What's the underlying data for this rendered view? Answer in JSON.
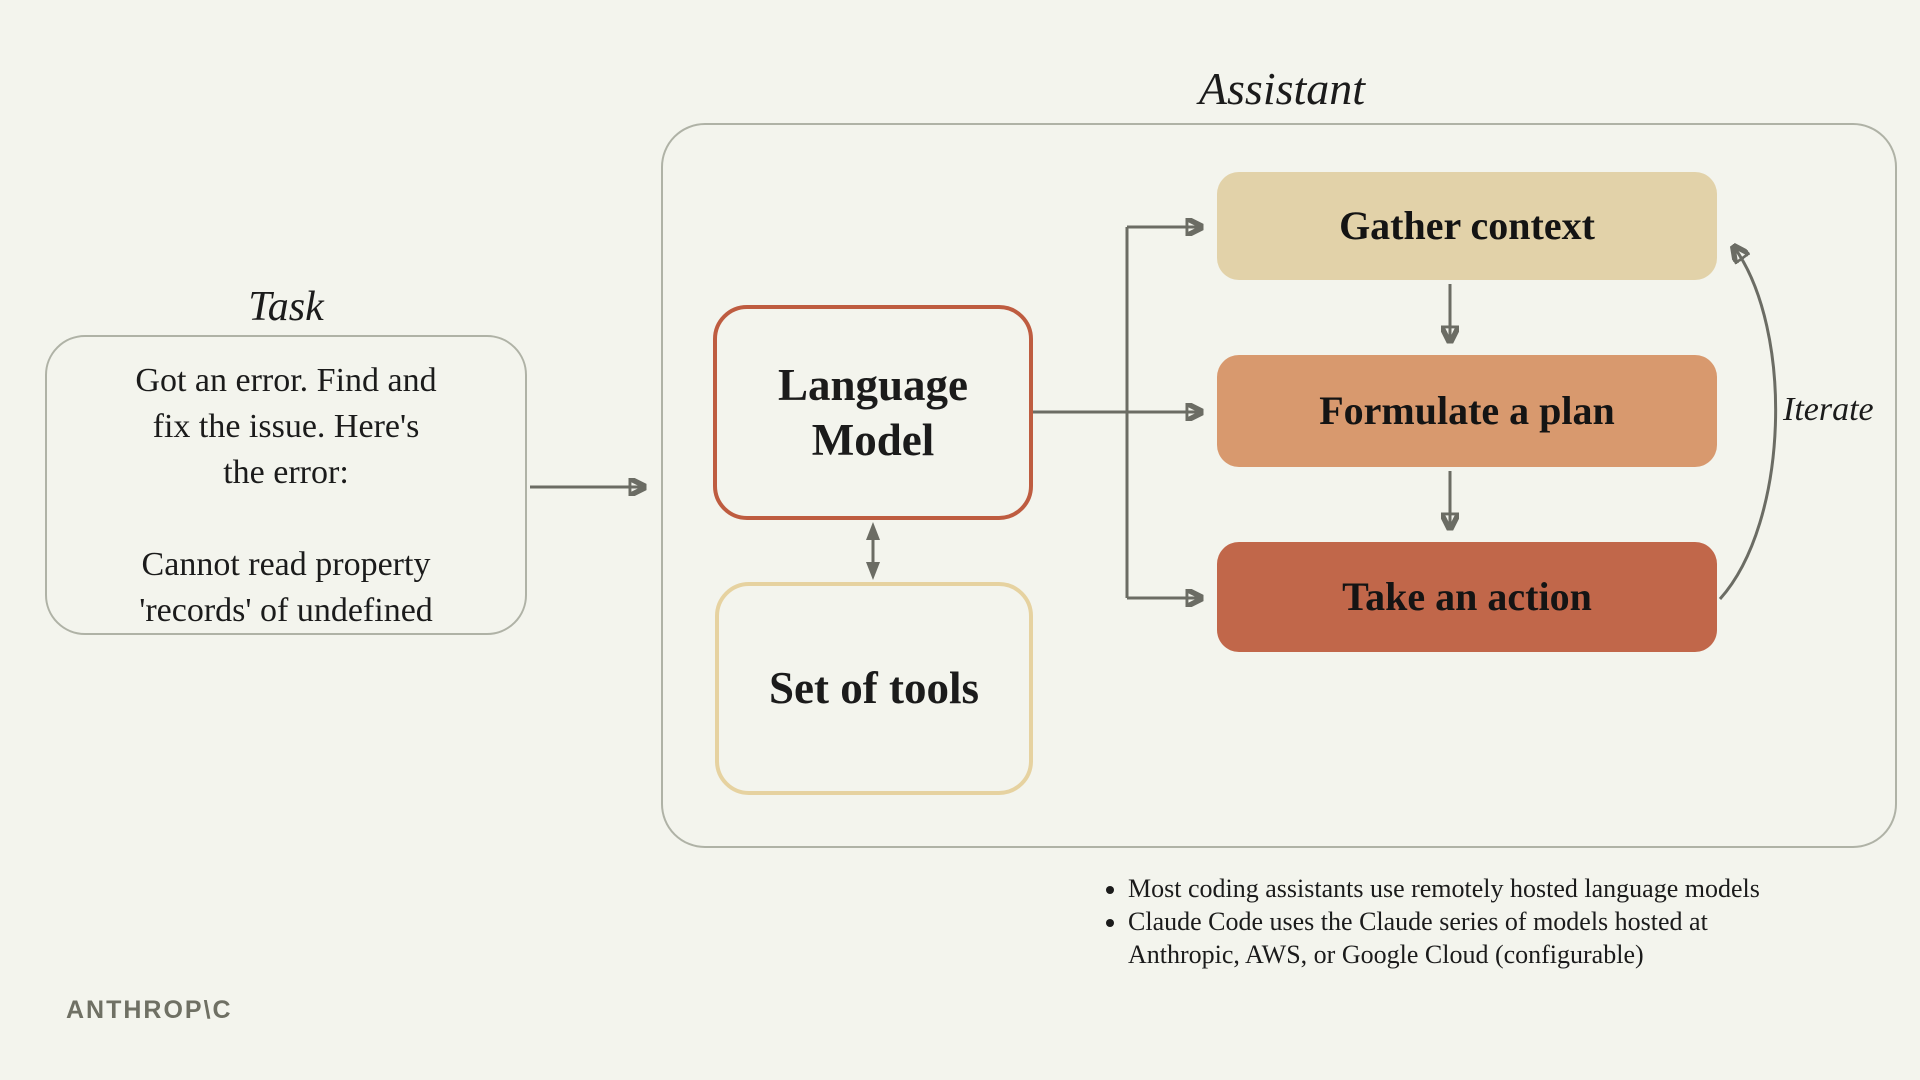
{
  "colors": {
    "background": "#F3F4ED",
    "outline_gray": "#AFB2A6",
    "arrow_gray": "#6B6C64",
    "text": "#1B1B1B",
    "language_model_border": "#BE5C40",
    "tools_border": "#E6D2A0",
    "logo_gray": "#6F7064"
  },
  "task": {
    "title": "Task",
    "lines": [
      "Got an error. Find and",
      "fix the issue. Here's",
      "the error:",
      "",
      "Cannot read property",
      "'records' of undefined"
    ]
  },
  "assistant": {
    "title": "Assistant",
    "language_model": {
      "label": "Language Model"
    },
    "set_of_tools": {
      "label": "Set of tools"
    },
    "steps": [
      {
        "label": "Gather context",
        "fill": "#E2D2A9"
      },
      {
        "label": "Formulate a plan",
        "fill": "#D8996E"
      },
      {
        "label": "Take an action",
        "fill": "#C1674A"
      }
    ],
    "iterate_label": "Iterate"
  },
  "notes": {
    "bullets": [
      "Most coding assistants use remotely hosted language models",
      "Claude Code uses the Claude series of models hosted at Anthropic, AWS, or Google Cloud (configurable)"
    ]
  },
  "footer": {
    "logo": "ANTHROP\\C"
  }
}
